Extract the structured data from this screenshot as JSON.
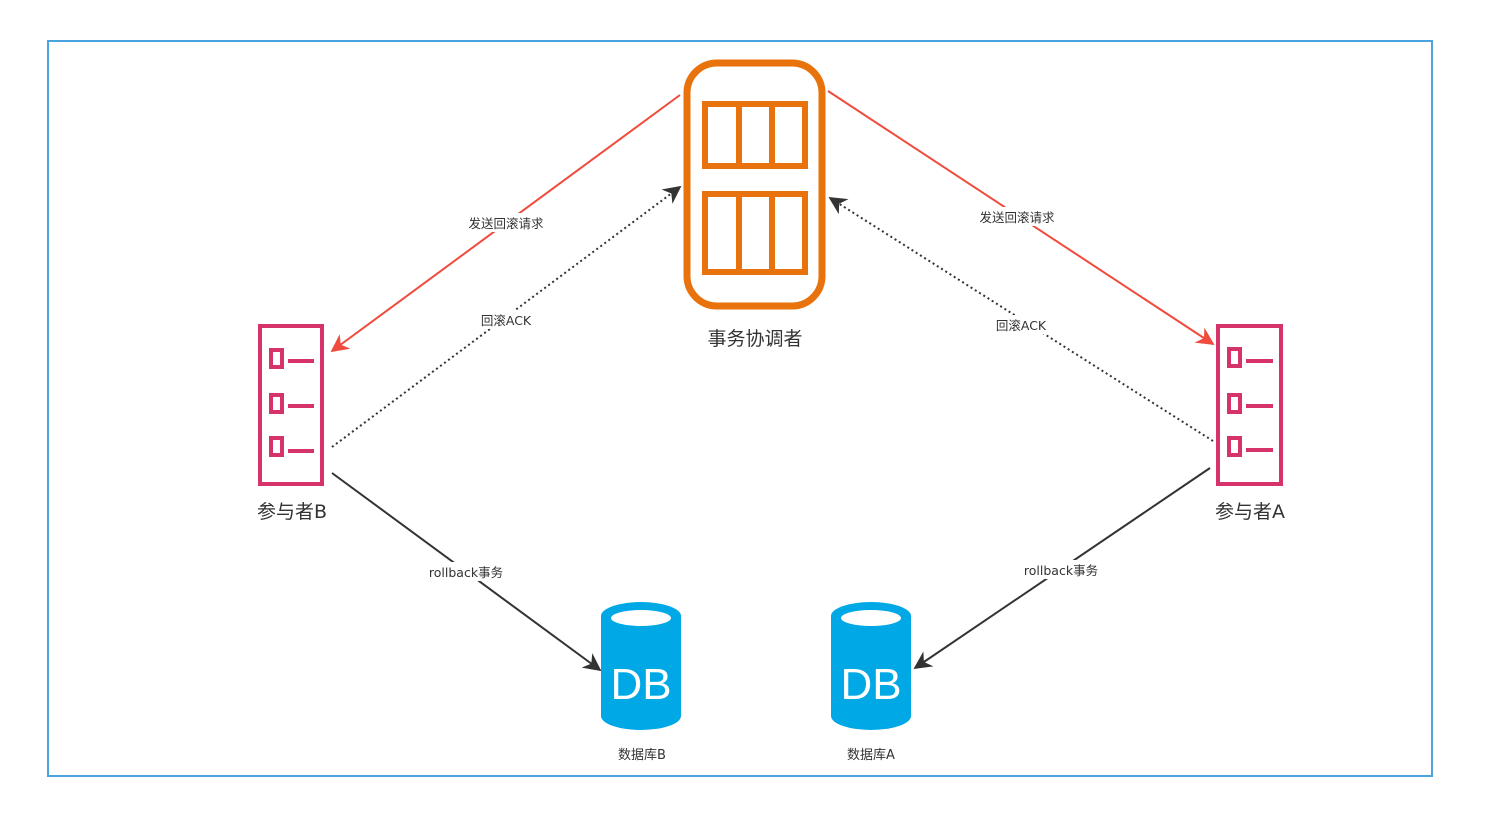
{
  "nodes": {
    "coordinator": {
      "label": "事务协调者",
      "icon": "server-rack-icon",
      "color": "#e8720c"
    },
    "participant_b": {
      "label": "参与者B",
      "icon": "checklist-icon",
      "color": "#d6336c"
    },
    "participant_a": {
      "label": "参与者A",
      "icon": "checklist-icon",
      "color": "#d6336c"
    },
    "database_b": {
      "label": "数据库B",
      "icon_text": "DB",
      "icon": "database-icon",
      "color": "#00a9e6"
    },
    "database_a": {
      "label": "数据库A",
      "icon_text": "DB",
      "icon": "database-icon",
      "color": "#00a9e6"
    }
  },
  "edges": {
    "coord_to_b": {
      "label": "发送回滚请求",
      "style": "solid",
      "color": "#f04b3c"
    },
    "b_to_coord": {
      "label": "回滚ACK",
      "style": "dotted",
      "color": "#333333"
    },
    "coord_to_a": {
      "label": "发送回滚请求",
      "style": "solid",
      "color": "#f04b3c"
    },
    "a_to_coord": {
      "label": "回滚ACK",
      "style": "dotted",
      "color": "#333333"
    },
    "b_to_db": {
      "label": "rollback事务",
      "style": "solid",
      "color": "#333333"
    },
    "a_to_db": {
      "label": "rollback事务",
      "style": "solid",
      "color": "#333333"
    }
  }
}
